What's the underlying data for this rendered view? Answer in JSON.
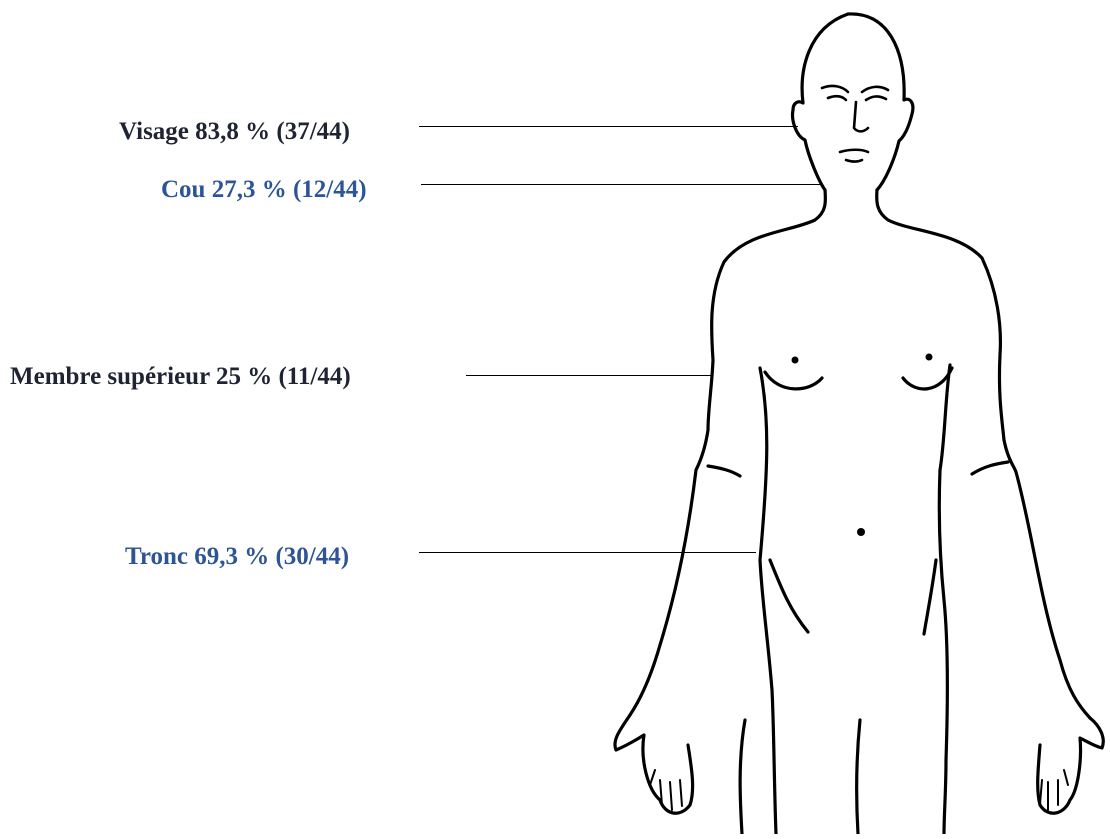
{
  "labels": {
    "visage": {
      "text": "Visage 83,8 % (37/44)",
      "color": "#1f2433"
    },
    "cou": {
      "text": "Cou 27,3 % (12/44)",
      "color": "#2d5596"
    },
    "membre": {
      "text": "Membre supérieur 25 % (11/44)",
      "color": "#1f2433"
    },
    "tronc": {
      "text": "Tronc 69,3 % (30/44)",
      "color": "#2d5596"
    }
  },
  "regions": [
    {
      "name": "Visage",
      "percent": 83.8,
      "count": 37,
      "total": 44
    },
    {
      "name": "Cou",
      "percent": 27.3,
      "count": 12,
      "total": 44
    },
    {
      "name": "Membre supérieur",
      "percent": 25,
      "count": 11,
      "total": 44
    },
    {
      "name": "Tronc",
      "percent": 69.3,
      "count": 30,
      "total": 44
    }
  ],
  "line_color": "#000000"
}
